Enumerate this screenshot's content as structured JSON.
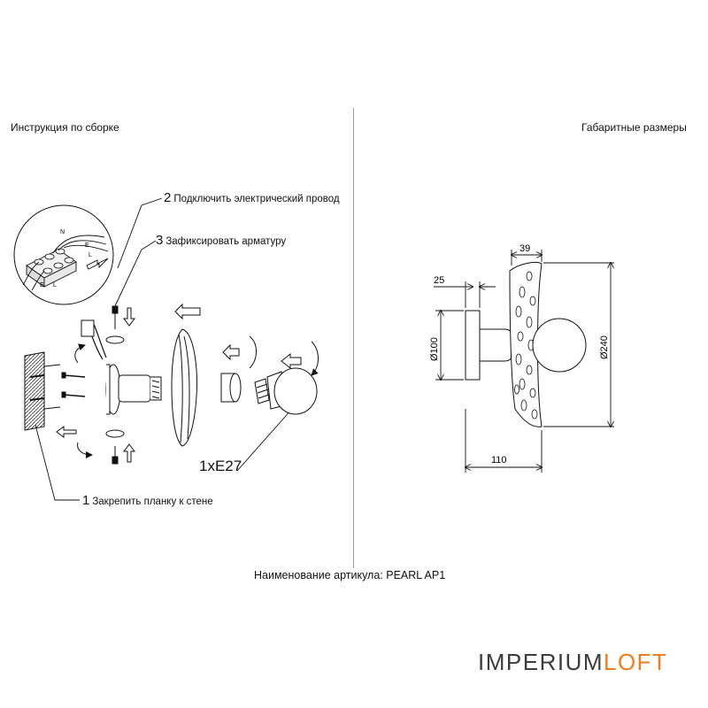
{
  "headers": {
    "assembly": "Инструкция по сборке",
    "dimensions": "Габаритные размеры"
  },
  "steps": [
    {
      "num": "2",
      "text": "Подключить электрический провод"
    },
    {
      "num": "3",
      "text": "Зафиксировать арматуру"
    },
    {
      "num": "1",
      "text": "Закрепить планку к стене"
    }
  ],
  "socket_label": "1xE27",
  "wire_labels": {
    "n": "N",
    "e": "E",
    "l": "L"
  },
  "dims": {
    "top": "39",
    "left": "25",
    "base_diameter": "Ø100",
    "height": "Ø240",
    "depth": "110"
  },
  "article": "Наименование артикула: PEARL AP1",
  "logo": {
    "part1": "IMPERIUM",
    "part2": "LOFT"
  },
  "colors": {
    "accent": "#ee7d1b",
    "text": "#3c3c3c"
  }
}
